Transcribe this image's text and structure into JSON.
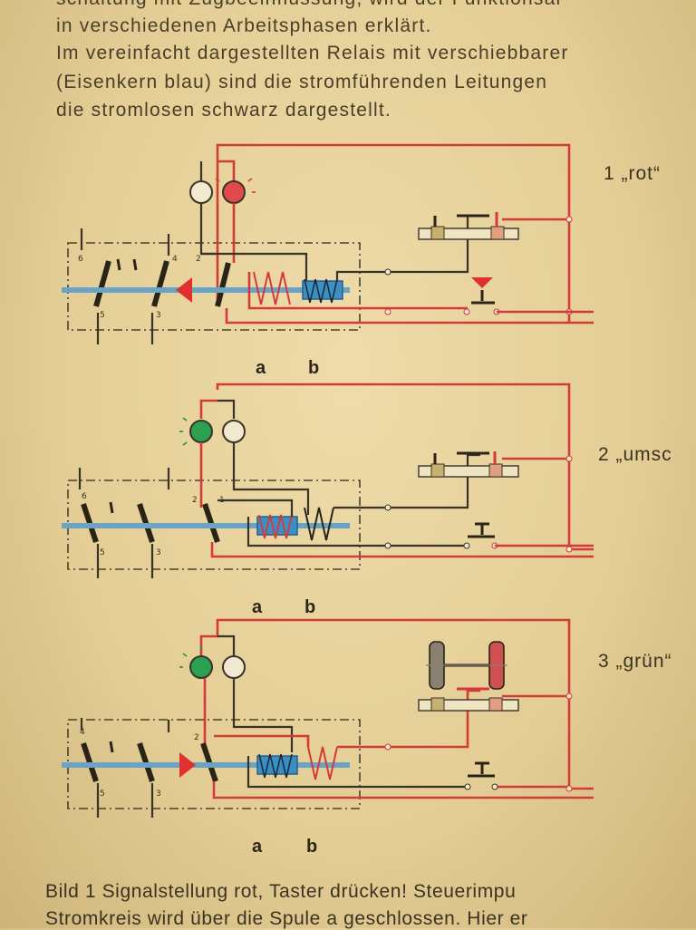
{
  "text_lines": [
    "schaltung mit Zugbeeinflussung, wird der Funktionsal",
    "in verschiedenen Arbeitsphasen erklärt.",
    "Im vereinfacht dargestellten Relais mit verschiebbarer",
    "(Eisenkern blau) sind die stromführenden Leitungen",
    "die stromlosen schwarz dargestellt."
  ],
  "diagrams": [
    {
      "label": "1 „rot“",
      "a": "a",
      "b": "b"
    },
    {
      "label": "2 „umsc",
      "a": "a",
      "b": "b"
    },
    {
      "label": "3 „grün“",
      "a": "a",
      "b": "b"
    }
  ],
  "contact_numbers": [
    "6",
    "4",
    "2",
    "1",
    "5",
    "3"
  ],
  "caption_lines": [
    "Bild 1   Signalstellung rot, Taster drücken! Steuerimpu",
    "Stromkreis wird über die Spule a geschlossen. Hier er"
  ],
  "colors": {
    "current_wire": "#d43a3a",
    "dead_wire": "#3a3328",
    "iron_core": "#3a8fc4",
    "signal_red": "#e04a4a",
    "signal_green": "#2aa050",
    "paper": "#e6d29c"
  },
  "icons": [
    "signal-lamp-icon",
    "relay-coil-icon",
    "push-button-icon",
    "contact-switch-icon",
    "arrow-icon"
  ]
}
